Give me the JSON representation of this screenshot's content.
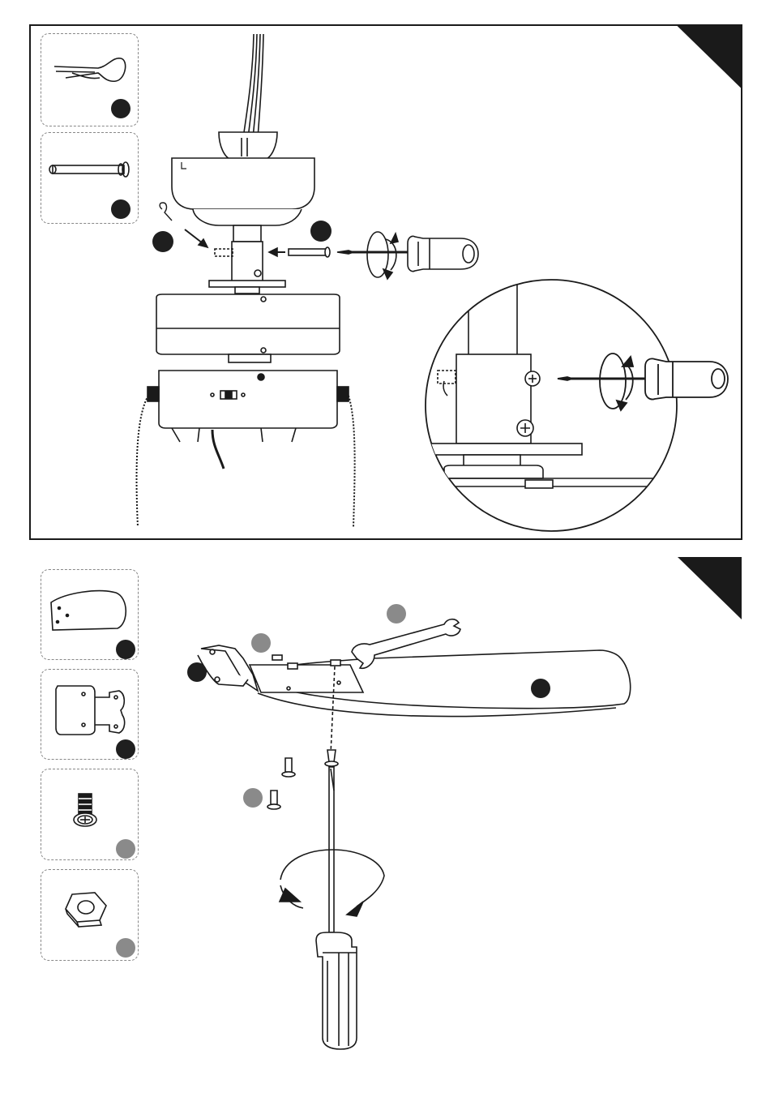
{
  "colors": {
    "ink": "#1a1a1a",
    "dark_badge": "#1f1f1f",
    "grey_badge": "#8a8a8a",
    "dashed_box": "#888888"
  },
  "steps": [
    {
      "id": "step-1",
      "parts": [
        "hairpin-clip",
        "clevis-pin"
      ],
      "action": "insert-downrod-pin-and-tighten-screw"
    },
    {
      "id": "step-2",
      "parts": [
        "fan-blade",
        "blade-bracket",
        "blade-screw",
        "hex-nut"
      ],
      "action": "attach-blade-to-bracket-and-tighten"
    }
  ]
}
